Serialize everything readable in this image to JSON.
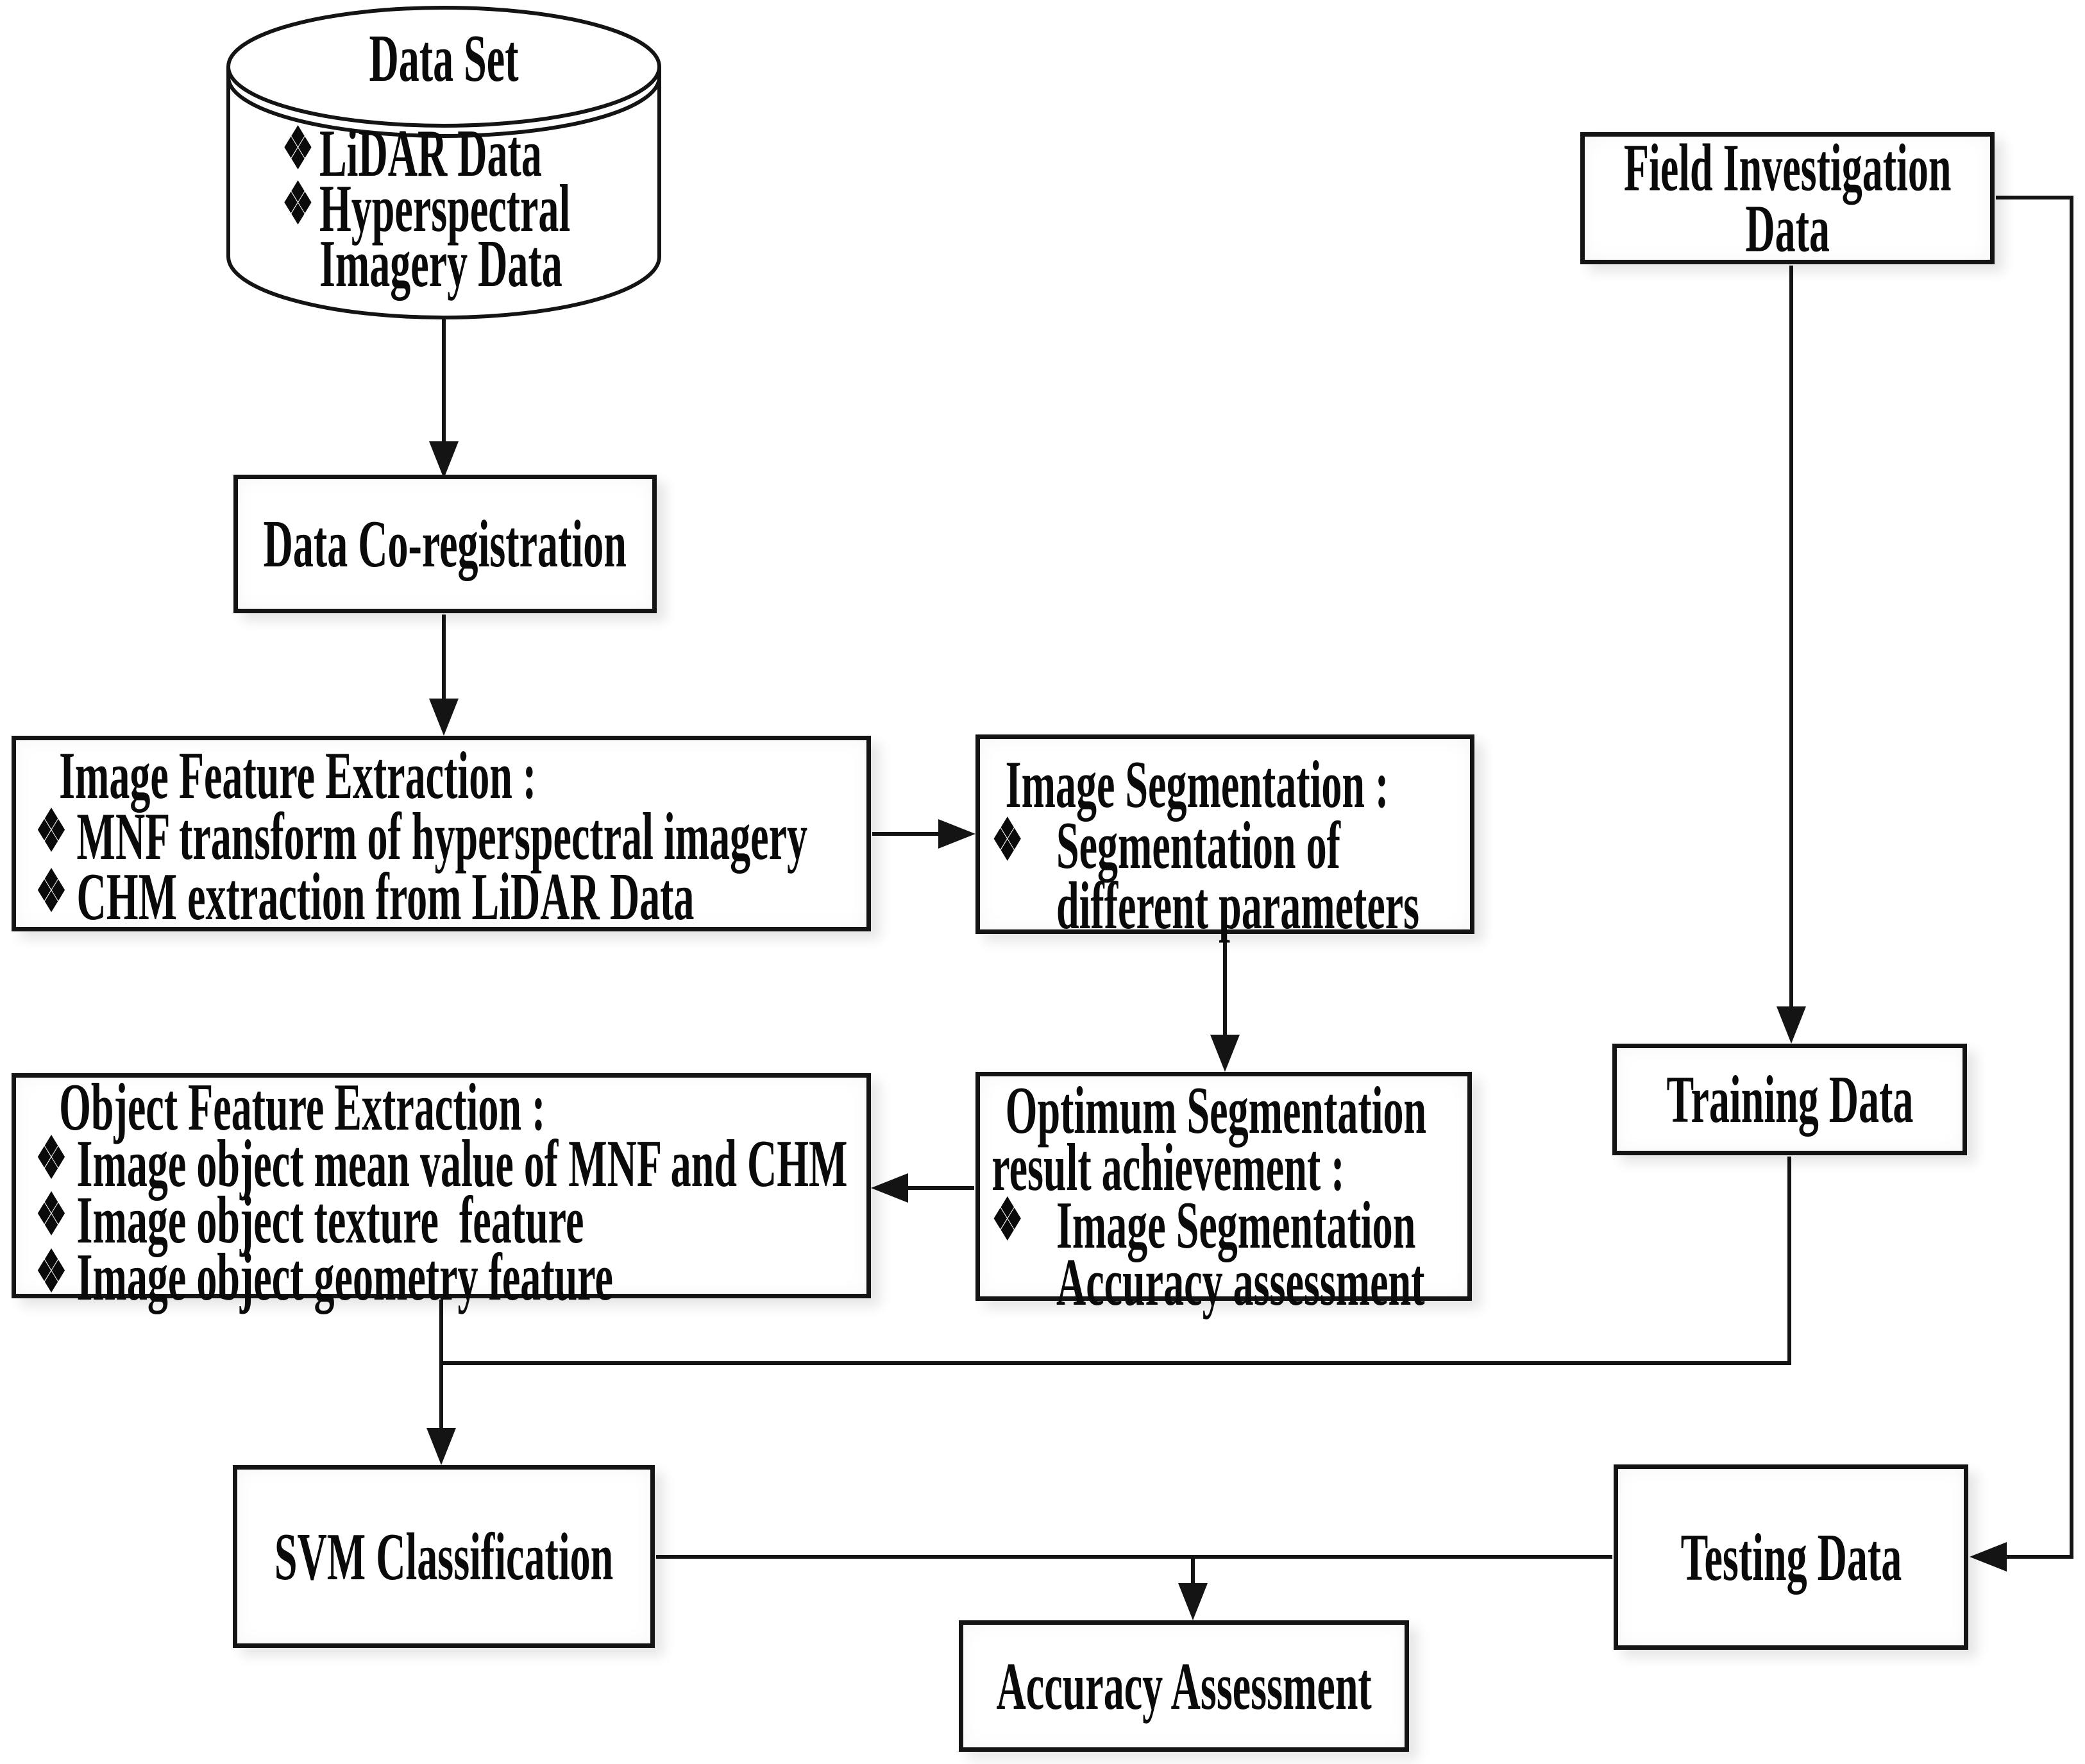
{
  "d": {
    "background": "#ffffff",
    "ink": "#141414",
    "bullet": "❖",
    "cylinder": {
      "title": "Data Set",
      "items": [
        "LiDAR Data",
        "Hyperspectral Imagery Data"
      ]
    },
    "boxes": {
      "co_registration": "Data Co-registration",
      "image_feature": {
        "title": "Image Feature Extraction :",
        "items": [
          "MNF transform of hyperspectral imagery",
          "CHM extraction from LiDAR Data"
        ]
      },
      "image_segmentation": {
        "title": "Image Segmentation :",
        "items": [
          "Segmentation of different parameters"
        ]
      },
      "object_feature": {
        "title": "Object Feature Extraction :",
        "items": [
          "Image object mean value of MNF and CHM",
          "Image object texture  feature",
          "Image object geometry feature"
        ]
      },
      "optimum_segmentation": {
        "title": "Optimum Segmentation result achievement :",
        "items": [
          "Image Segmentation Accuracy assessment"
        ]
      },
      "field_investigation": "Field Investigation Data",
      "training": "Training Data",
      "svm": "SVM Classification",
      "testing": "Testing Data",
      "accuracy": "Accuracy Assessment"
    }
  }
}
